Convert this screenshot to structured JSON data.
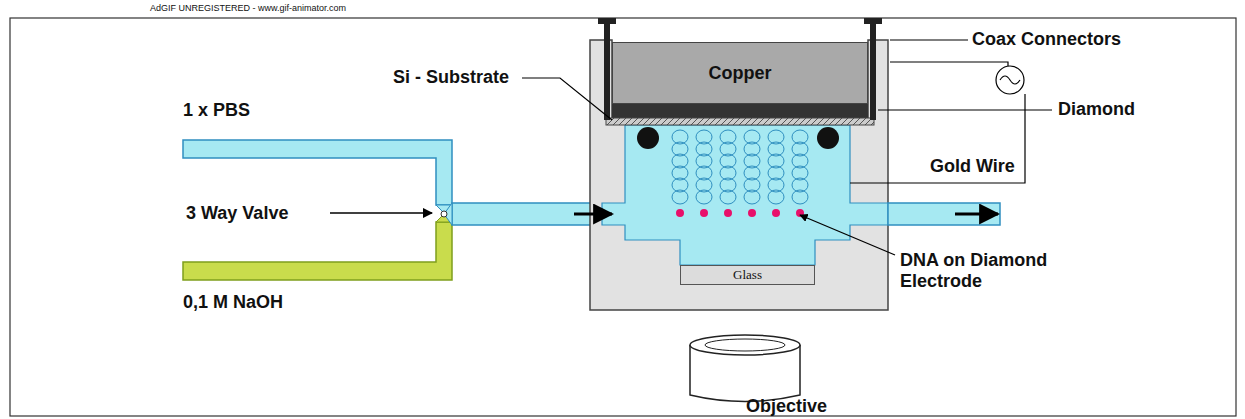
{
  "diagram": {
    "nodes": [
      {
        "text": [
          "Copper"
        ]
      },
      {
        "text": [
          "Glass"
        ]
      }
    ],
    "labels": [
      "AdGIF UNREGISTERED - www.gif-animator.com",
      "1 x PBS",
      "3 Way Valve",
      "0,1 M NaOH",
      "Si - Substrate",
      "Coax Connectors",
      "Diamond",
      "Gold Wire",
      "DNA on Diamond Electrode",
      "Objective"
    ]
  }
}
